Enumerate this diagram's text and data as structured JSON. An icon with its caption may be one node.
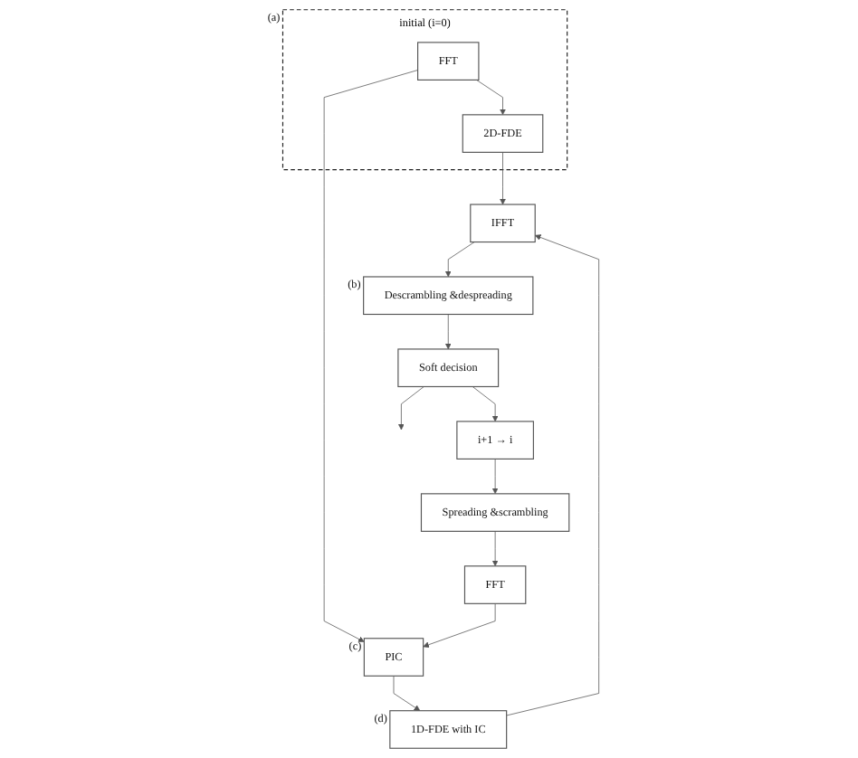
{
  "diagram": {
    "nodes": [
      {
        "text": [
          "initial (i=0)"
        ],
        "beside": [
          "(a)"
        ]
      },
      {
        "text": [
          "FFT"
        ],
        "in": 0
      },
      {
        "text": [
          "2D-FDE"
        ],
        "in": 0
      },
      {
        "text": [
          "IFFT"
        ]
      },
      {
        "text": [
          "1D-FDE with IC"
        ],
        "beside": [
          "(d)"
        ]
      },
      {
        "text": [
          "PIC"
        ],
        "beside": [
          "(c)"
        ]
      },
      {
        "text": [
          "Descrambling &despreading"
        ],
        "beside": [
          "(b)"
        ]
      },
      {
        "text": [
          "Soft decision"
        ]
      },
      {
        "text": [
          "i+1 → i"
        ]
      },
      {
        "text": [
          "Spreading &scrambling"
        ]
      },
      {
        "text": [
          "FFT"
        ]
      }
    ],
    "edges": [
      {
        "from": 1,
        "to": 2,
        "arrow": "to"
      },
      {
        "from": 1,
        "to": 5,
        "arrow": "to"
      },
      {
        "from": 2,
        "to": 3,
        "arrow": "to"
      },
      {
        "from": 5,
        "to": 4,
        "arrow": "to"
      },
      {
        "from": 4,
        "to": 3,
        "arrow": "to"
      },
      {
        "from": 3,
        "to": 6,
        "arrow": "to"
      },
      {
        "from": 6,
        "to": 7,
        "arrow": "to"
      },
      {
        "from": 7,
        "to": null,
        "arrow": "to"
      },
      {
        "from": 7,
        "to": 8,
        "arrow": "to"
      },
      {
        "from": 8,
        "to": 9,
        "arrow": "to"
      },
      {
        "from": 9,
        "to": 10,
        "arrow": "to"
      },
      {
        "from": 10,
        "to": 5,
        "arrow": "to"
      }
    ]
  }
}
